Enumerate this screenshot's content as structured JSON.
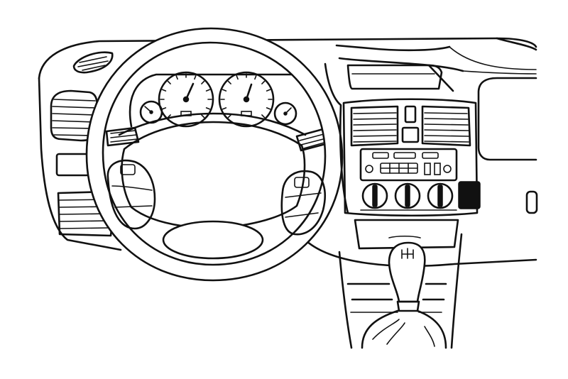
{
  "figure": {
    "subject": "car-dashboard",
    "style": "black-line-drawing",
    "colors": {
      "line": "#111111",
      "background": "#ffffff",
      "accent-fill": "#222222"
    }
  },
  "parts": {
    "steering_wheel": {
      "icon": "steering-wheel-icon",
      "spokes": 3,
      "horn_buttons": 2
    },
    "instrument_cluster": {
      "large_dials": 2,
      "small_gauges": 2
    },
    "air_vents": {
      "left_side": 1,
      "left_lower": 2,
      "center": 2
    },
    "center_console": {
      "radio": 1,
      "climate_knobs": 3,
      "hazard_switch": 1,
      "storage_panel": 1
    },
    "gear_lever": {
      "icon": "gear-knob-icon",
      "boot": true
    },
    "screen": {
      "icon": "display-screen-icon"
    }
  }
}
